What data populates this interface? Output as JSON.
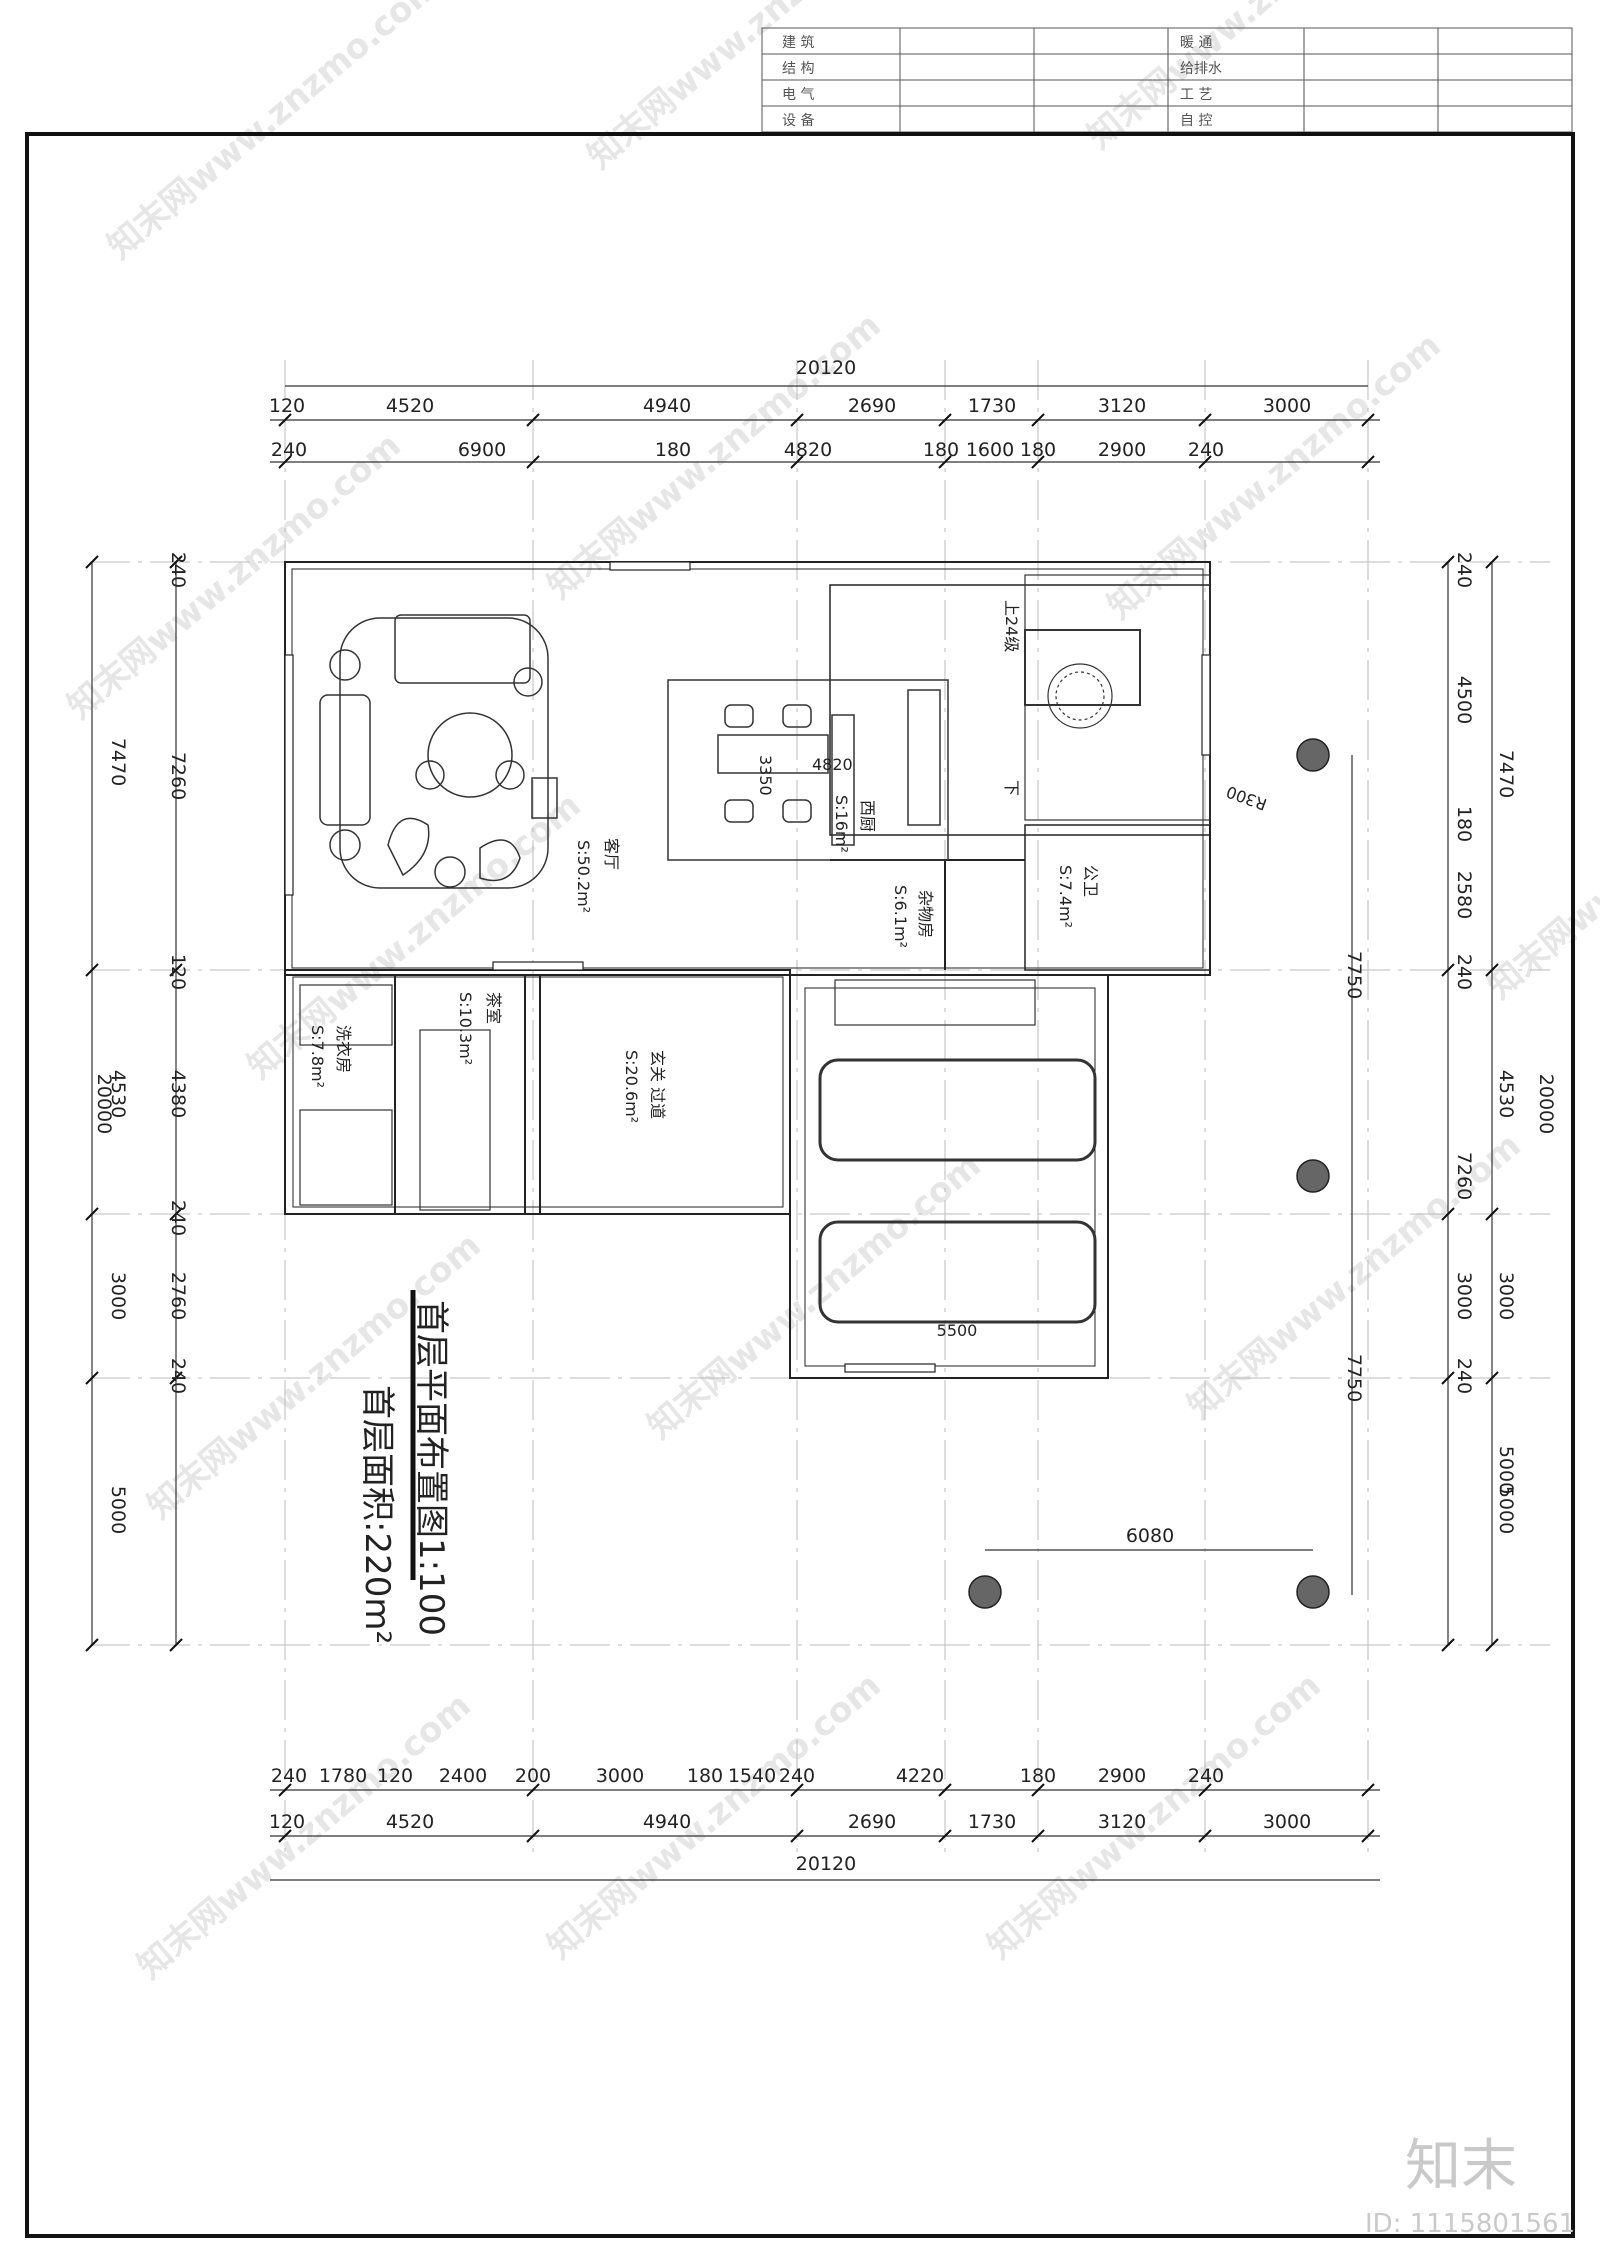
{
  "title_block": {
    "rows": [
      [
        "建 筑",
        "暖 通"
      ],
      [
        "结 构",
        "给排水"
      ],
      [
        "电 气",
        "工 艺"
      ],
      [
        "设 备",
        "自 控"
      ]
    ]
  },
  "dims": {
    "top_total": "20120",
    "top_row1": [
      "120",
      "4520",
      "4940",
      "2690",
      "1730",
      "3120",
      "3000"
    ],
    "top_row2": [
      "240",
      "6900",
      "180",
      "4820",
      "180",
      "1600",
      "180",
      "2900",
      "240"
    ],
    "bottom_row1": [
      "240",
      "1780",
      "120",
      "2400",
      "200",
      "3000",
      "180",
      "1540",
      "240",
      "4220",
      "180",
      "2900",
      "240"
    ],
    "bottom_row2": [
      "120",
      "4520",
      "4940",
      "2690",
      "1730",
      "3120",
      "3000"
    ],
    "bottom_total": "20120",
    "left_outer": [
      "7470",
      "4530",
      "3000",
      "5000"
    ],
    "left_total": "20000",
    "left_inner": [
      "240",
      "7260",
      "120",
      "4380",
      "240",
      "2760",
      "240"
    ],
    "right_inner": [
      "240",
      "4500",
      "180",
      "2580",
      "240",
      "7260",
      "3000",
      "240",
      "5000"
    ],
    "right_outer": [
      "7470",
      "4530",
      "3000",
      "5000"
    ],
    "right_total": "20000",
    "right_mid": [
      "7750",
      "7750"
    ],
    "site": "6080",
    "garage": "5500",
    "table": [
      "4820",
      "3350"
    ]
  },
  "rooms": {
    "living": [
      "客厅",
      "S:50.2m²"
    ],
    "kitchen": [
      "西厨",
      "S:16m²"
    ],
    "storage": [
      "杂物房",
      "S:6.1m²"
    ],
    "bath": [
      "公卫",
      "S:7.4m²"
    ],
    "tea": [
      "茶室",
      "S:10.3m²"
    ],
    "laundry": [
      "洗衣房",
      "S:7.8m²"
    ],
    "entry": [
      "玄关 过道",
      "S:20.6m²"
    ]
  },
  "stair": {
    "up": "上24级",
    "down": "下",
    "radius": "R300"
  },
  "drawing_title": "首层平面布置图1:100",
  "drawing_area": "首层面积:220m²",
  "watermark": "知末网www.znzmo.com",
  "brand": "知末",
  "id_text": "ID: 1115801561"
}
